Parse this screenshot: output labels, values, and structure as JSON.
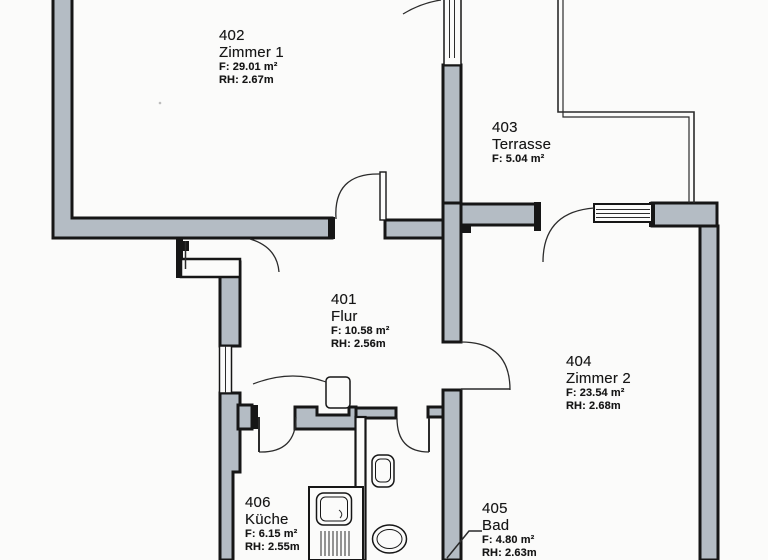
{
  "plan": {
    "kind": "apartment-floor-plan",
    "language": "de"
  },
  "colors": {
    "wall_fill": "#b4bcc4",
    "wall_stroke": "#161616",
    "thin_line": "#2b2b2b",
    "text": "#161616",
    "background": "#fbfbfa"
  },
  "rooms": {
    "r401": {
      "number": "401",
      "name": "Flur",
      "area": "F:  10.58  m²",
      "height": "RH:  2.56m"
    },
    "r402": {
      "number": "402",
      "name": "Zimmer 1",
      "area": "F:  29.01  m²",
      "height": "RH:  2.67m"
    },
    "r403": {
      "number": "403",
      "name": "Terrasse",
      "area": "F:  5.04  m²"
    },
    "r404": {
      "number": "404",
      "name": "Zimmer 2",
      "area": "F:  23.54  m²",
      "height": "RH:  2.68m"
    },
    "r405": {
      "number": "405",
      "name": "Bad",
      "area": "F:  4.80  m²",
      "height": "RH:  2.63m"
    },
    "r406": {
      "number": "406",
      "name": "Küche",
      "area": "F:  6.15  m²",
      "height": "RH:  2.55m"
    }
  }
}
